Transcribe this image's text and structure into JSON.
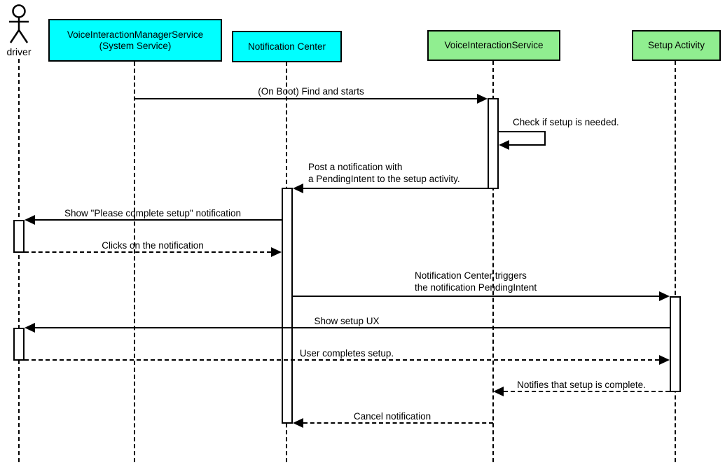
{
  "actor": {
    "label": "driver"
  },
  "participants": [
    {
      "label": "VoiceInteractionManagerService\n(System Service)",
      "fill": "#00ffff"
    },
    {
      "label": "Notification Center",
      "fill": "#00ffff"
    },
    {
      "label": "VoiceInteractionService",
      "fill": "#90ee90"
    },
    {
      "label": "Setup Activity",
      "fill": "#90ee90"
    }
  ],
  "messages": [
    {
      "label": "(On Boot) Find and starts",
      "from": "VoiceInteractionManagerService (System Service)",
      "to": "VoiceInteractionService",
      "line": "solid"
    },
    {
      "label": "Check if setup is needed.",
      "from": "VoiceInteractionService",
      "to": "VoiceInteractionService",
      "line": "solid",
      "self_message": true
    },
    {
      "label": "Post a notification with\na PendingIntent to the setup activity.",
      "from": "VoiceInteractionService",
      "to": "Notification Center",
      "line": "solid"
    },
    {
      "label": "Show \"Please complete setup\" notification",
      "from": "Notification Center",
      "to": "driver",
      "line": "solid"
    },
    {
      "label": "Clicks on the notification",
      "from": "driver",
      "to": "Notification Center",
      "line": "dashed"
    },
    {
      "label": "Notification Center triggers\nthe notification PendingIntent",
      "from": "Notification Center",
      "to": "Setup Activity",
      "line": "solid"
    },
    {
      "label": "Show setup UX",
      "from": "Setup Activity",
      "to": "driver",
      "line": "solid"
    },
    {
      "label": "User completes setup.",
      "from": "driver",
      "to": "Setup Activity",
      "line": "dashed"
    },
    {
      "label": "Notifies that setup is complete.",
      "from": "Setup Activity",
      "to": "VoiceInteractionService",
      "line": "dashed"
    },
    {
      "label": "Cancel notification",
      "from": "VoiceInteractionService",
      "to": "Notification Center",
      "line": "dashed"
    }
  ],
  "colors": {
    "system_participant_fill": "#00ffff",
    "service_participant_fill": "#90ee90",
    "line": "#000000",
    "background": "#ffffff"
  }
}
